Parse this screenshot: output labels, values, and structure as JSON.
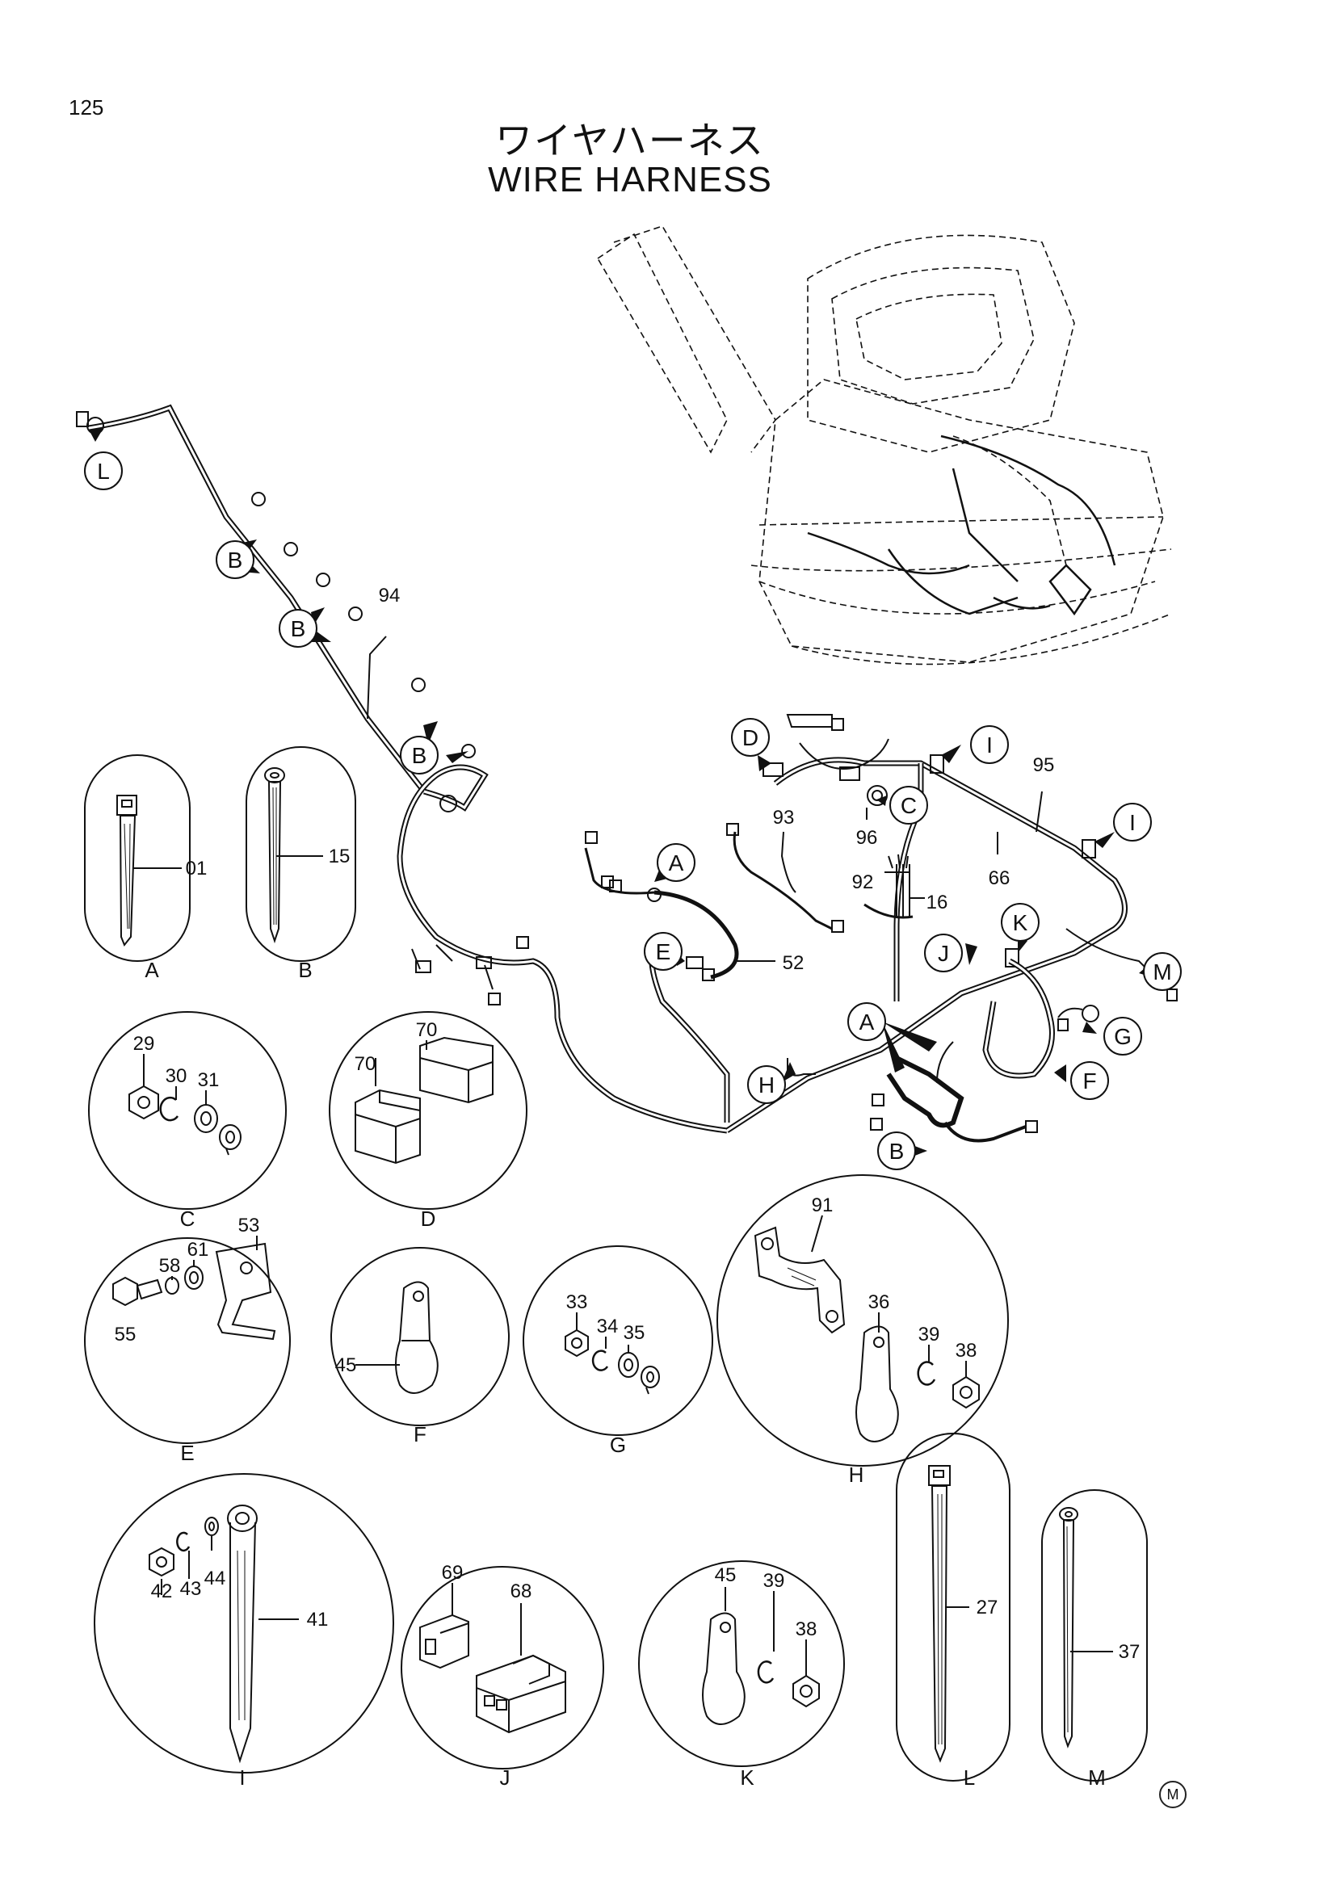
{
  "page_number": "125",
  "title_jp": "ワイヤハーネス",
  "title_en": "WIRE HARNESS",
  "maker_mark": "M",
  "callouts": {
    "c94": "94",
    "c95": "95",
    "c66": "66",
    "c96": "96",
    "c93": "93",
    "c92": "92",
    "c16": "16",
    "c52": "52"
  },
  "ref_letters": {
    "L": "L",
    "B1": "B",
    "B2": "B",
    "B3": "B",
    "B4": "B",
    "D": "D",
    "I1": "I",
    "I2": "I",
    "C": "C",
    "A1": "A",
    "A2": "A",
    "E": "E",
    "J": "J",
    "K": "K",
    "M": "M",
    "G": "G",
    "F": "F",
    "H": "H"
  },
  "details": {
    "A": {
      "label": "A",
      "part": "01"
    },
    "B": {
      "label": "B",
      "part": "15"
    },
    "C": {
      "label": "C",
      "parts": [
        "29",
        "30",
        "31"
      ]
    },
    "D": {
      "label": "D",
      "parts": [
        "70",
        "70"
      ]
    },
    "E": {
      "label": "E",
      "parts": [
        "55",
        "58",
        "61",
        "53"
      ]
    },
    "F": {
      "label": "F",
      "part": "45"
    },
    "G": {
      "label": "G",
      "parts": [
        "33",
        "34",
        "35"
      ]
    },
    "H": {
      "label": "H",
      "parts": [
        "91",
        "36",
        "39",
        "38"
      ]
    },
    "I": {
      "label": "I",
      "parts": [
        "42",
        "43",
        "44",
        "41"
      ]
    },
    "J": {
      "label": "J",
      "parts": [
        "69",
        "68"
      ]
    },
    "K": {
      "label": "K",
      "parts": [
        "45",
        "39",
        "38"
      ]
    },
    "L": {
      "label": "L",
      "part": "27"
    },
    "M": {
      "label": "M",
      "part": "37"
    }
  }
}
